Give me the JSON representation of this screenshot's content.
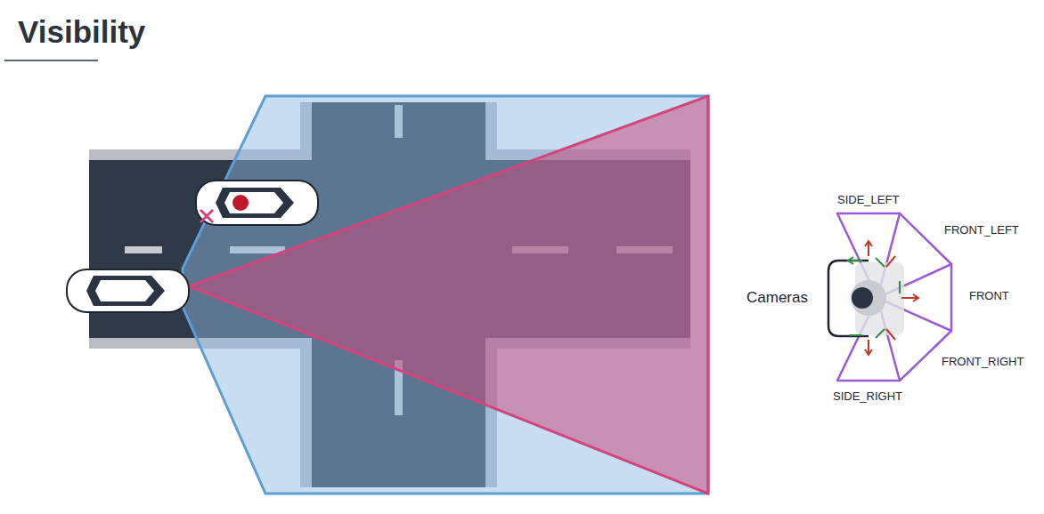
{
  "diagram": {
    "title": "Visibility",
    "labels": [
      "Cameras",
      "SIDE_LEFT",
      "FRONT_LEFT",
      "FRONT",
      "FRONT_RIGHT",
      "SIDE_RIGHT"
    ]
  }
}
